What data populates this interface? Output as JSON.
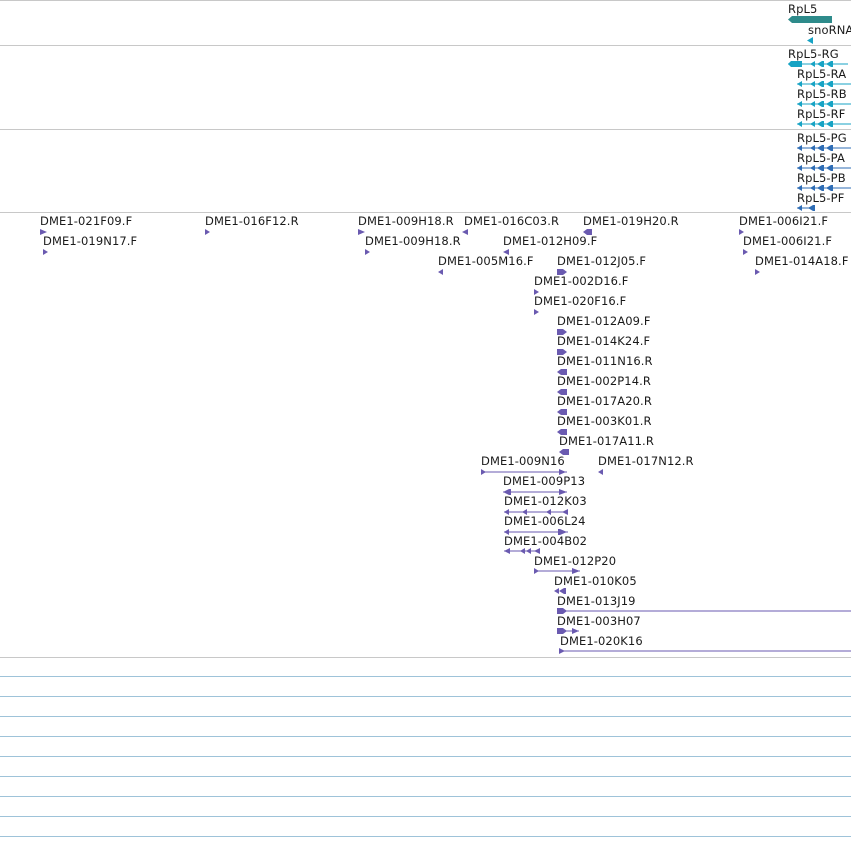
{
  "colors": {
    "gene": "#2e8b8b",
    "transcript": "#17a3c4",
    "transcript_dark": "#2f6db5",
    "clone": "#6a5ab0",
    "separator": "#c8c8c8",
    "blank_track_line": "#9ec3d9"
  },
  "tracks": {
    "genes": {
      "features": [
        {
          "label": "RpL5"
        },
        {
          "label": "snoRNA"
        }
      ]
    },
    "transcripts_a": {
      "features": [
        {
          "label": "RpL5-RG"
        },
        {
          "label": "RpL5-RA"
        },
        {
          "label": "RpL5-RB"
        },
        {
          "label": "RpL5-RF"
        }
      ]
    },
    "transcripts_b": {
      "features": [
        {
          "label": "RpL5-PG"
        },
        {
          "label": "RpL5-PA"
        },
        {
          "label": "RpL5-PB"
        },
        {
          "label": "RpL5-PF"
        }
      ]
    },
    "clones": {
      "features": [
        {
          "label": "DME1-021F09.F"
        },
        {
          "label": "DME1-016F12.R"
        },
        {
          "label": "DME1-009H18.R"
        },
        {
          "label": "DME1-016C03.R"
        },
        {
          "label": "DME1-019H20.R"
        },
        {
          "label": "DME1-006I21.F"
        },
        {
          "label": "DME1-019N17.F"
        },
        {
          "label": "DME1-009H18.R"
        },
        {
          "label": "DME1-012H09.F"
        },
        {
          "label": "DME1-006I21.F"
        },
        {
          "label": "DME1-005M16.F"
        },
        {
          "label": "DME1-012J05.F"
        },
        {
          "label": "DME1-014A18.F"
        },
        {
          "label": "DME1-002D16.F"
        },
        {
          "label": "DME1-020F16.F"
        },
        {
          "label": "DME1-012A09.F"
        },
        {
          "label": "DME1-014K24.F"
        },
        {
          "label": "DME1-011N16.R"
        },
        {
          "label": "DME1-002P14.R"
        },
        {
          "label": "DME1-017A20.R"
        },
        {
          "label": "DME1-003K01.R"
        },
        {
          "label": "DME1-017A11.R"
        },
        {
          "label": "DME1-009N16"
        },
        {
          "label": "DME1-017N12.R"
        },
        {
          "label": "DME1-009P13"
        },
        {
          "label": "DME1-012K03"
        },
        {
          "label": "DME1-006L24"
        },
        {
          "label": "DME1-004B02"
        },
        {
          "label": "DME1-012P20"
        },
        {
          "label": "DME1-010K05"
        },
        {
          "label": "DME1-013J19"
        },
        {
          "label": "DME1-003H07"
        },
        {
          "label": "DME1-020K16"
        }
      ]
    }
  }
}
